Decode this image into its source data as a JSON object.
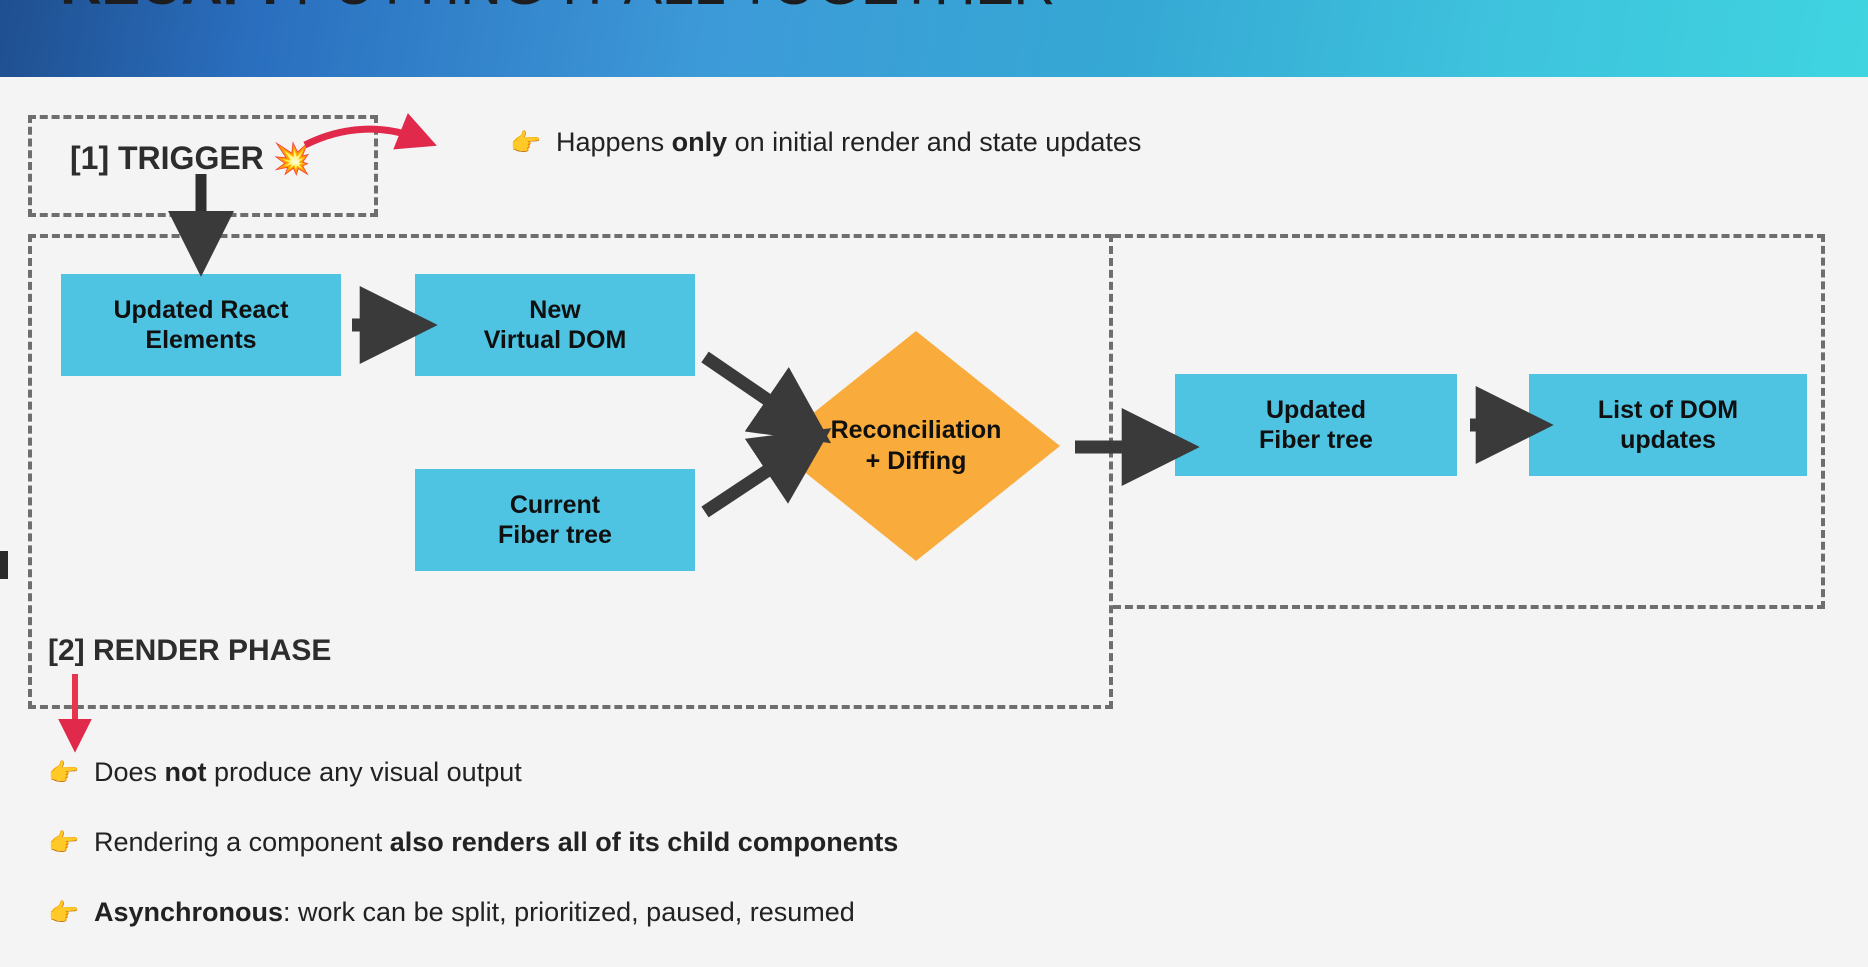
{
  "header": {
    "title_bold": "RECAP:",
    "title_light": " PUTTING IT ALL TOGETHER",
    "gradient_from": "#1f4f8f",
    "gradient_to": "#3fd4e0"
  },
  "trigger": {
    "label": "[1] TRIGGER",
    "emoji": "💥",
    "note_icon": "👉",
    "note_pre": "Happens ",
    "note_bold": "only",
    "note_post": " on initial render and state updates",
    "arrow_color": "#e0294b"
  },
  "render_phase": {
    "label": "[2] RENDER PHASE",
    "nodes": {
      "updated_react_elements": "Updated React\nElements",
      "new_virtual_dom": "New\nVirtual DOM",
      "current_fiber_tree": "Current\nFiber tree",
      "reconciliation": "Reconciliation\n+ Diffing",
      "updated_fiber_tree": "Updated\nFiber tree",
      "list_of_dom_updates": "List of DOM\nupdates"
    },
    "node_color": "#4ec3e2",
    "diamond_color": "#f9ab3c",
    "arrow_color": "#3a3a3a",
    "dash_color": "#6e6e6e"
  },
  "bullets": [
    {
      "icon": "👉",
      "pre": "Does ",
      "bold": "not",
      "post": " produce any visual output"
    },
    {
      "icon": "👉",
      "pre": "Rendering a component ",
      "bold": "also renders all of its child components",
      "post": ""
    },
    {
      "icon": "👉",
      "pre": "",
      "bold": "Asynchronous",
      "post": ": work can be split, prioritized, paused, resumed"
    }
  ]
}
